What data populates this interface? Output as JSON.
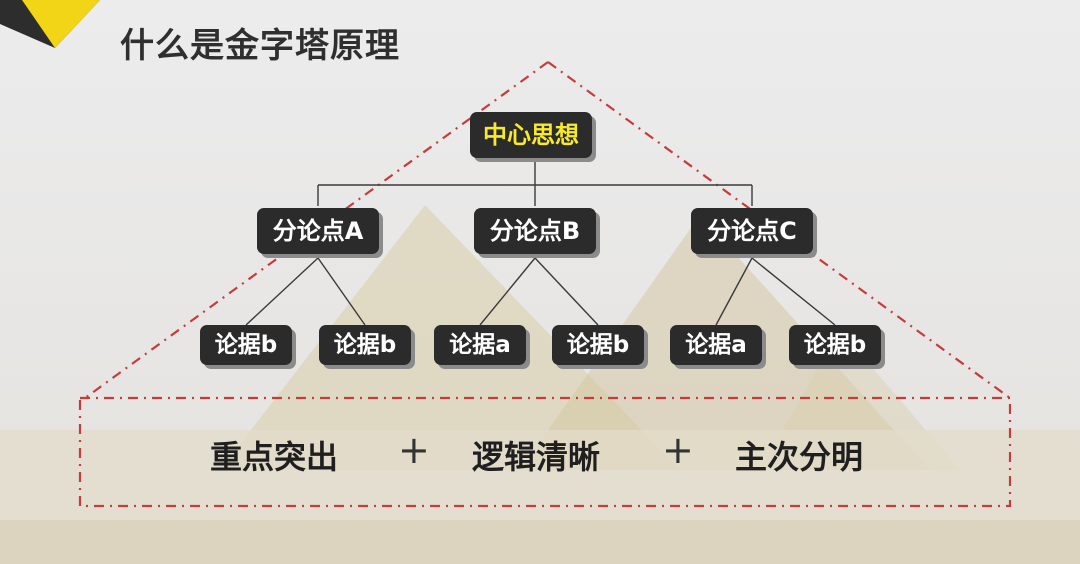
{
  "title": "什么是金字塔原理",
  "root": "中心思想",
  "branches": [
    "分论点A",
    "分论点B",
    "分论点C"
  ],
  "leaves": [
    "论据b",
    "论据b",
    "论据a",
    "论据b",
    "论据a",
    "论据b"
  ],
  "principles": [
    "重点突出",
    "逻辑清晰",
    "主次分明"
  ],
  "plus": "+",
  "colors": {
    "node_bg": "#2b2b2b",
    "root_text": "#f7ea2c",
    "node_text": "#ffffff",
    "dashed_line": "#c73b3b",
    "corner_accent": "#f2d516",
    "pyramid_sand": "#d6c8a4"
  }
}
